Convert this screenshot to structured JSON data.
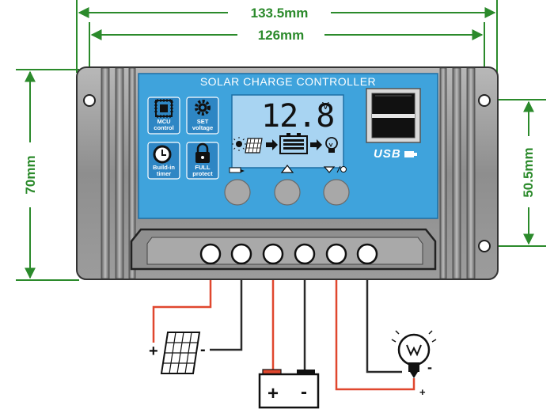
{
  "dimensions": {
    "overall_width": "133.5mm",
    "hole_spacing_width": "126mm",
    "overall_height": "70mm",
    "hole_spacing_height": "50.5mm"
  },
  "panel": {
    "title": "SOLAR CHARGE CONTROLLER",
    "features": [
      {
        "label_line1": "MCU",
        "label_line2": "control",
        "icon": "chip-icon"
      },
      {
        "label_line1": "SET",
        "label_line2": "voltage",
        "icon": "gear-icon"
      },
      {
        "label_line1": "Build-in",
        "label_line2": "timer",
        "icon": "clock-icon"
      },
      {
        "label_line1": "FULL",
        "label_line2": "protect",
        "icon": "lock-icon"
      }
    ],
    "lcd": {
      "reading": "12.8",
      "unit": "V"
    },
    "usb_label": "USB"
  },
  "colors": {
    "panel_blue": "#3fa3dc",
    "dimension_green": "#2b8a2b",
    "wire_red": "#e0472e",
    "wire_dark": "#2a2a2a",
    "housing_grey": "#8a8a8a"
  },
  "connections": {
    "solar_terminals": [
      "+",
      "-"
    ],
    "battery_terminals": [
      "+",
      "-"
    ],
    "load_terminals": [
      "-",
      "+"
    ]
  }
}
